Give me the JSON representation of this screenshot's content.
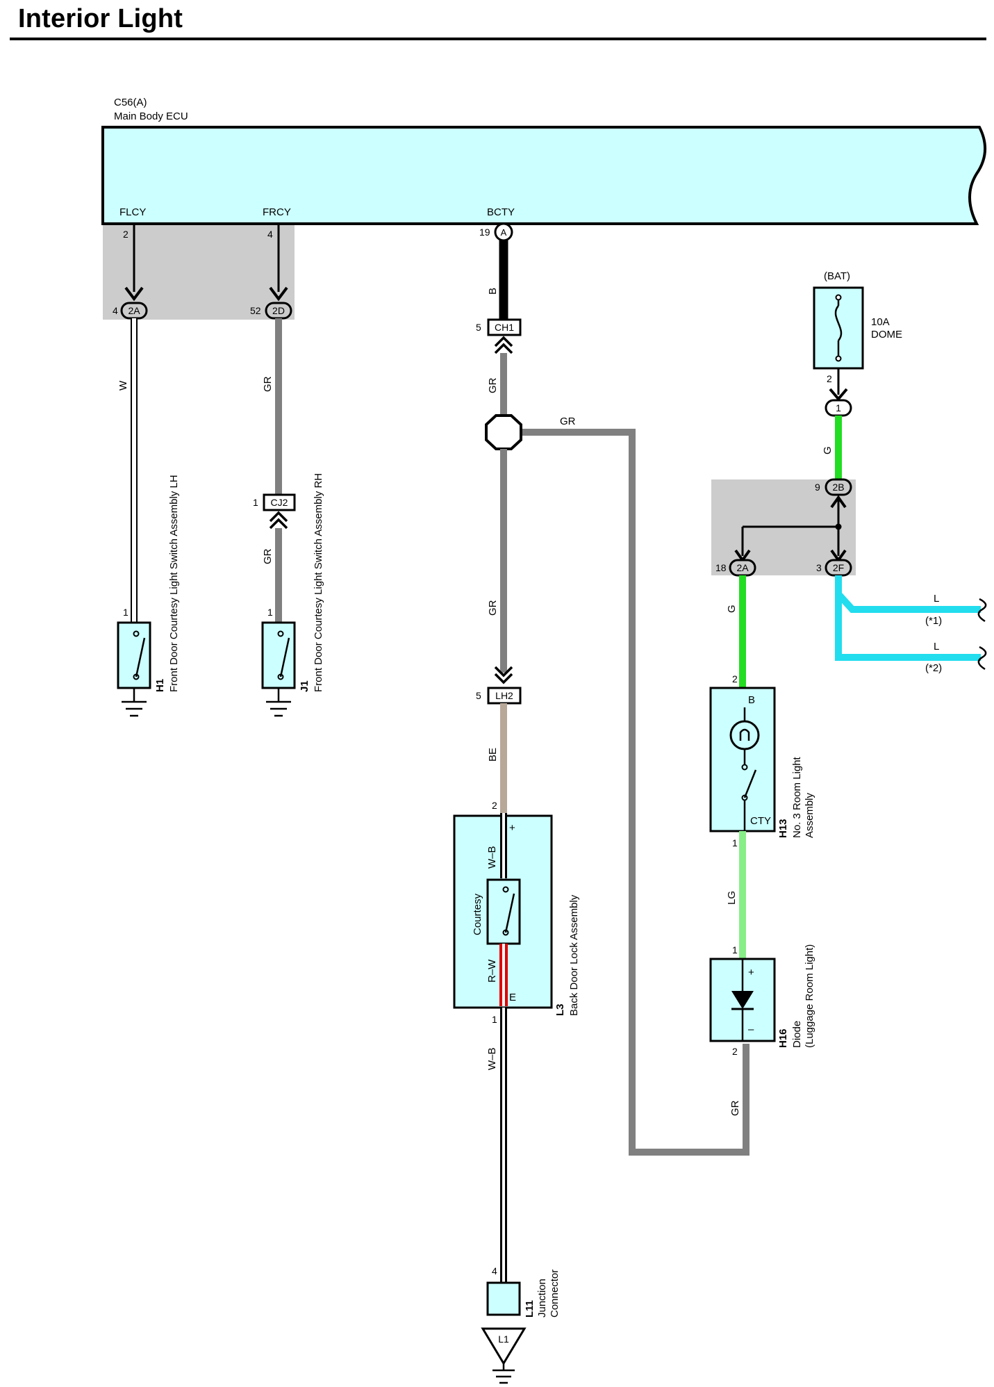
{
  "title": "Interior Light",
  "colors": {
    "ecu_fill": "#ccffff",
    "junction_gray": "#cccccc",
    "wire_GR": "#808080",
    "wire_B": "#000000",
    "wire_G": "#22dd22",
    "wire_LG": "#88ee88",
    "wire_L": "#22ddee",
    "wire_BE": "#b8a898",
    "wire_R": "#dd0000"
  },
  "ecu": {
    "code": "C56(A)",
    "name": "Main Body ECU",
    "pins": [
      {
        "label": "FLCY",
        "pin": "2"
      },
      {
        "label": "FRCY",
        "pin": "4"
      },
      {
        "label": "BCTY",
        "pin": "19",
        "connector": "A"
      }
    ]
  },
  "junction_left": {
    "conn_2A": {
      "pin": "4",
      "label": "2A"
    },
    "conn_2D": {
      "pin": "52",
      "label": "2D"
    }
  },
  "wires": {
    "w_left": "W",
    "gr_2d": "GR",
    "gr_cj2": "GR",
    "b_top": "B",
    "gr_ch1": "GR",
    "gr_branch": "GR",
    "gr_mid": "GR",
    "be": "BE",
    "wb_in": "W–B",
    "rw": "R–W",
    "wb_out": "W–B",
    "g_top": "G",
    "g_lower": "G",
    "lg": "LG",
    "gr_bottom": "GR",
    "l1": "L",
    "l2": "L"
  },
  "connectors": {
    "cj2": {
      "pin": "1",
      "label": "CJ2"
    },
    "ch1": {
      "pin": "5",
      "label": "CH1"
    },
    "lh2": {
      "pin": "5",
      "label": "LH2"
    }
  },
  "h1": {
    "pin": "1",
    "code": "H1",
    "name": "Front Door Courtesy Light Switch Assembly LH"
  },
  "j1": {
    "pin": "1",
    "code": "J1",
    "name": "Front Door Courtesy Light Switch Assembly RH"
  },
  "l3": {
    "code": "L3",
    "name": "Back Door Lock Assembly",
    "switch_label": "Courtesy",
    "pin_top": "2",
    "pin_bottom": "1",
    "plus": "+",
    "e": "E"
  },
  "l11": {
    "pin": "4",
    "code": "L11",
    "name_line1": "Junction",
    "name_line2": "Connector",
    "ground": "L1"
  },
  "fuse": {
    "source": "(BAT)",
    "rating": "10A",
    "name": "DOME",
    "pin": "2",
    "conn": "1"
  },
  "junction_right": {
    "conn_2B": {
      "pin": "9",
      "label": "2B"
    },
    "conn_2A": {
      "pin": "18",
      "label": "2A"
    },
    "conn_2F": {
      "pin": "3",
      "label": "2F"
    }
  },
  "notes": {
    "n1": "(*1)",
    "n2": "(*2)"
  },
  "h13": {
    "code": "H13",
    "name_line1": "No. 3 Room Light",
    "name_line2": "Assembly",
    "pin_top": "2",
    "pin_bottom": "1",
    "term_b": "B",
    "term_cty": "CTY"
  },
  "h16": {
    "code": "H16",
    "name_line1": "Diode",
    "name_line2": "(Luggage Room Light)",
    "pin_top": "1",
    "pin_bottom": "2",
    "plus": "+",
    "minus": "–"
  }
}
